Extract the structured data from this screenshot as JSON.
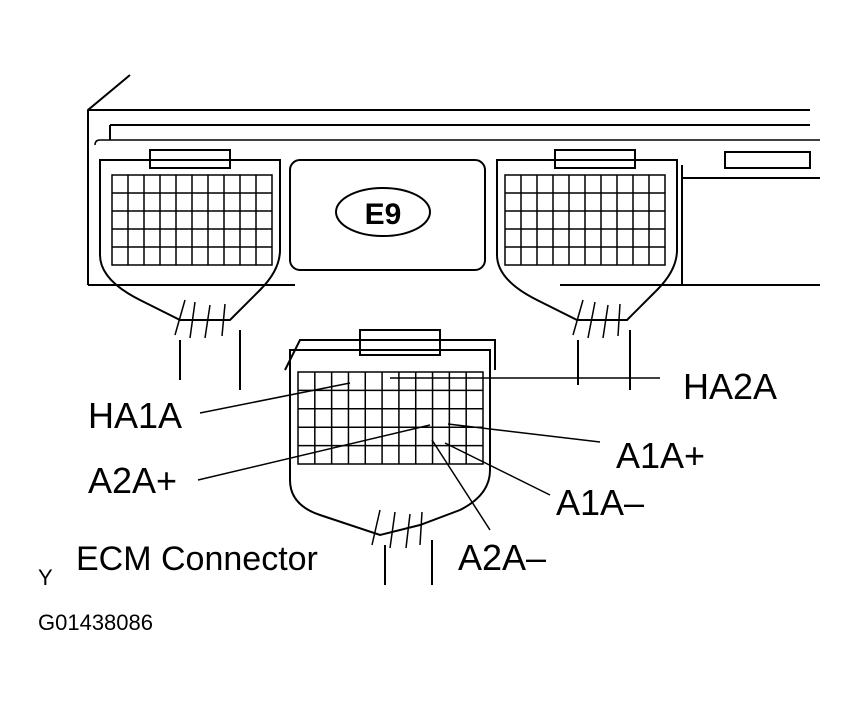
{
  "diagram": {
    "module_tag": "E9",
    "caption": "ECM Connector",
    "corner_mark": "Y",
    "figure_id": "G01438086",
    "terminals": [
      {
        "id": "ha1a",
        "label": "HA1A"
      },
      {
        "id": "ha2a",
        "label": "HA2A"
      },
      {
        "id": "a1a_plus",
        "label": "A1A+"
      },
      {
        "id": "a2a_plus",
        "label": "A2A+"
      },
      {
        "id": "a1a_minus",
        "label": "A1A–"
      },
      {
        "id": "a2a_minus",
        "label": "A2A–"
      }
    ]
  }
}
